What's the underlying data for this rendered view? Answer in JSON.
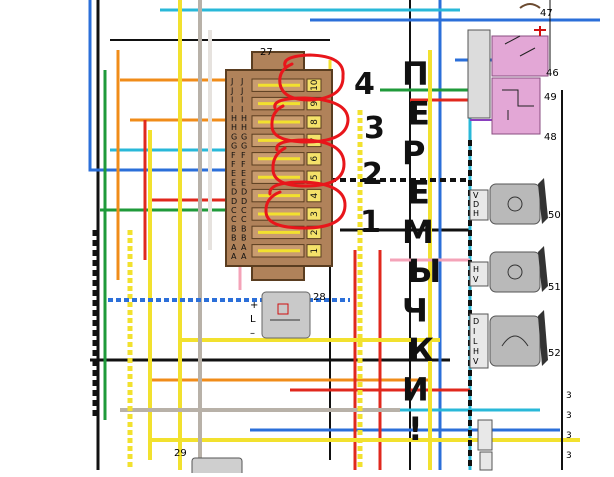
{
  "fuse_block": {
    "id": "27",
    "left_letters": [
      "A",
      "A",
      "B",
      "B",
      "C",
      "C",
      "D",
      "D",
      "E",
      "E",
      "F",
      "F",
      "G",
      "G",
      "H",
      "H",
      "I",
      "I",
      "J",
      "J"
    ],
    "right_letters": [
      "A",
      "A",
      "B",
      "B",
      "C",
      "C",
      "D",
      "D",
      "E",
      "E",
      "F",
      "F",
      "G",
      "G",
      "H",
      "H",
      "I",
      "I",
      "J",
      "J"
    ],
    "fuse_numbers": [
      "1",
      "2",
      "3",
      "4",
      "5",
      "6",
      "7",
      "8",
      "9",
      "10"
    ]
  },
  "relay": {
    "id": "28",
    "pins": [
      "+",
      "L",
      "–"
    ]
  },
  "switch_47": {
    "id": "47"
  },
  "lamp_48": {
    "id": "48"
  },
  "lamp_49": {
    "id": "49"
  },
  "label_46": {
    "id": "46"
  },
  "switch_50": {
    "id": "50",
    "pins": [
      "V",
      "D",
      "H"
    ]
  },
  "switch_51": {
    "id": "51",
    "pins": [
      "H",
      "V"
    ]
  },
  "switch_52": {
    "id": "52",
    "pins": [
      "D",
      "I",
      "L",
      "H",
      "V"
    ]
  },
  "block_29": {
    "id": "29"
  },
  "side_marks": [
    "3",
    "3",
    "3",
    "3"
  ],
  "annotations": {
    "circle_numbers": [
      "4",
      "3",
      "2",
      "1"
    ],
    "vertical_word": [
      "П",
      "Е",
      "Р",
      "Е",
      "М",
      "Ы",
      "Ч",
      "К",
      "И",
      "!"
    ]
  },
  "colors": {
    "annotation_red": "#e8161b",
    "annotation_black": "#111111",
    "fuse_block_fill": "#b0825a",
    "relay_panel": "#e3a7d6"
  }
}
